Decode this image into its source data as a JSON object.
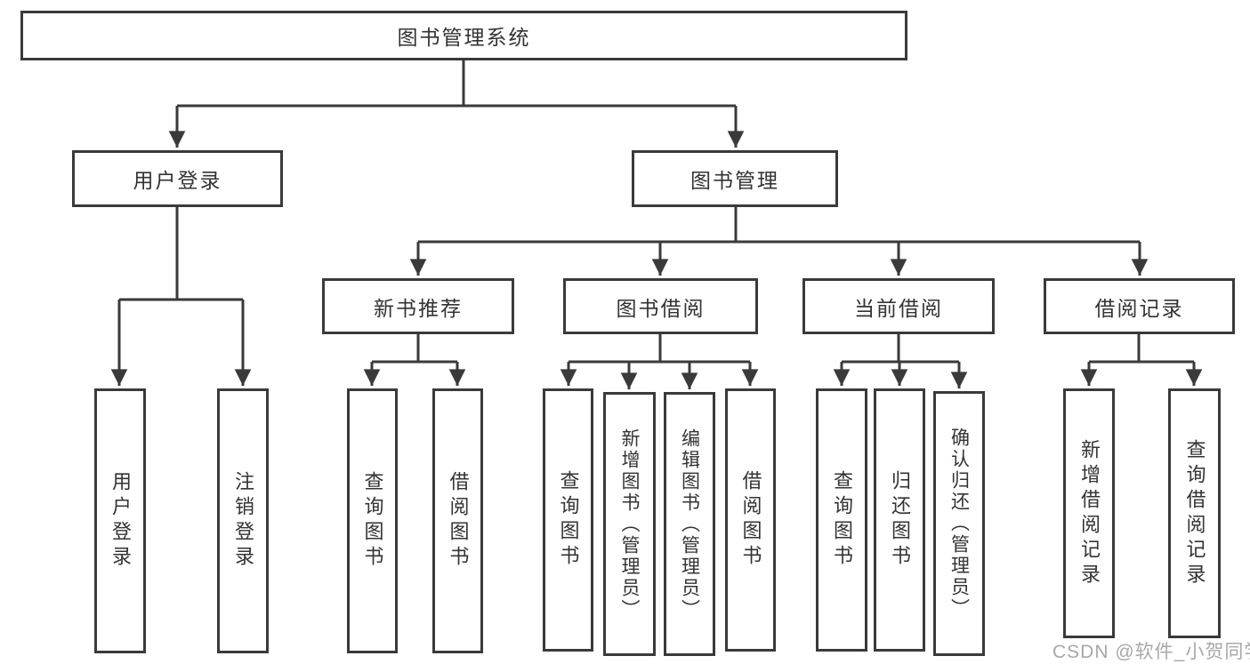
{
  "tree": {
    "label": "图书管理系统",
    "children": [
      {
        "label": "用户登录",
        "children": [
          {
            "label": "用户登录"
          },
          {
            "label": "注销登录"
          }
        ]
      },
      {
        "label": "图书管理",
        "children": [
          {
            "label": "新书推荐",
            "children": [
              {
                "label": "查询图书"
              },
              {
                "label": "借阅图书"
              }
            ]
          },
          {
            "label": "图书借阅",
            "children": [
              {
                "label": "查询图书"
              },
              {
                "label": "新增图书（管理员）"
              },
              {
                "label": "编辑图书（管理员）"
              },
              {
                "label": "借阅图书"
              }
            ]
          },
          {
            "label": "当前借阅",
            "children": [
              {
                "label": "查询图书"
              },
              {
                "label": "归还图书"
              },
              {
                "label": "确认归还（管理员）"
              }
            ]
          },
          {
            "label": "借阅记录",
            "children": [
              {
                "label": "新增借阅记录"
              },
              {
                "label": "查询借阅记录"
              }
            ]
          }
        ]
      }
    ]
  },
  "watermark": "CSDN @软件_小贺同学",
  "colors": {
    "line": "#3a3a3a",
    "box_border": "#3a3a3a",
    "text": "#333333",
    "background": "#ffffff",
    "watermark": "#a8a8a8"
  }
}
